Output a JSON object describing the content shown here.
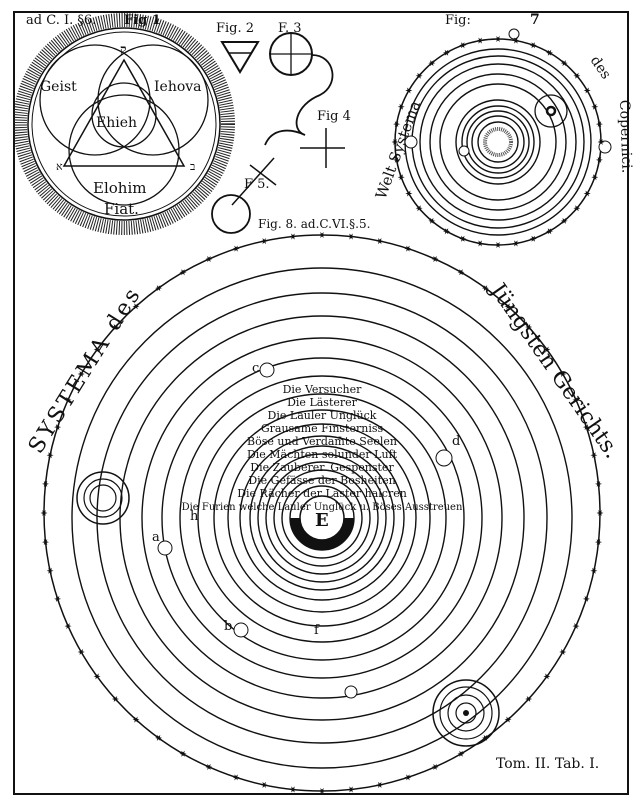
{
  "fig1": {
    "caption": "Fig 1",
    "ref": "ad C. I. §6.",
    "labels": {
      "top_letter": "ק",
      "left_letter": "א",
      "right_letter": "ב",
      "geist": "Geist",
      "iehova": "Iehova",
      "ehieh": "Ehieh",
      "elohim": "Elohim",
      "fiat": "Fiat."
    }
  },
  "fig2": {
    "caption": "Fig. 2"
  },
  "fig3": {
    "caption": "F. 3"
  },
  "fig4": {
    "caption": "Fig 4"
  },
  "fig5": {
    "caption": "F 5."
  },
  "fig8": {
    "caption": "Fig. 8. ad.C.VI.§.5."
  },
  "fig7": {
    "caption_fig": "Fig:",
    "caption_num": "7",
    "title_left": "Welt Systema",
    "title_right_1": "des",
    "title_right_2": "Copernici."
  },
  "main": {
    "title_left": "SYSTEMA des",
    "title_right": "Jüngsten Gerichts.",
    "center_label": "E",
    "point_labels": {
      "a": "a",
      "b": "b",
      "c": "c",
      "d": "d",
      "f": "f",
      "h": "h"
    },
    "ring_texts": [
      "Böse und Verdam̄te Seelen",
      "Die Versucher",
      "Die Lästerer",
      "Die Lauler Unglück",
      "Die Furien welche Lauler Unglück u. Böses Ausstreuen",
      "Die Mächten solunder Luft",
      "Die Zauberer. Gespenster",
      "Die Rächer der Laster halcren",
      "Die Gefässe der Bosheiten",
      "Grausame Finsterniss"
    ]
  },
  "plate_ref": "Tom. II. Tab. I."
}
